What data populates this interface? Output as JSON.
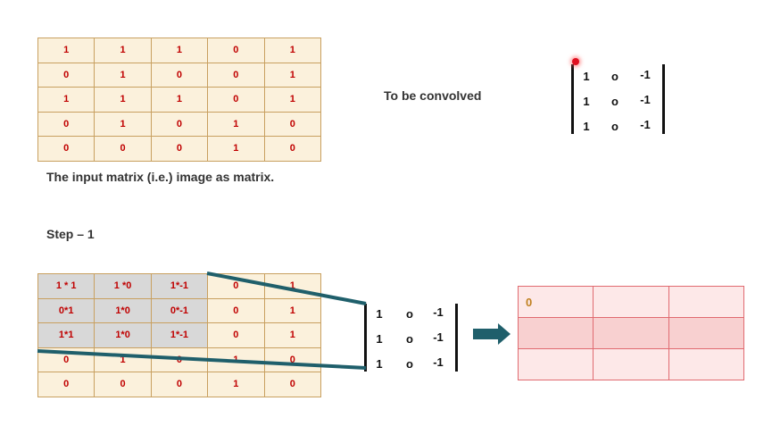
{
  "input_matrix": {
    "rows": [
      [
        "1",
        "1",
        "1",
        "0",
        "1"
      ],
      [
        "0",
        "1",
        "0",
        "0",
        "1"
      ],
      [
        "1",
        "1",
        "1",
        "0",
        "1"
      ],
      [
        "0",
        "1",
        "0",
        "1",
        "0"
      ],
      [
        "0",
        "0",
        "0",
        "1",
        "0"
      ]
    ],
    "caption": "The input matrix (i.e.) image as matrix."
  },
  "convolved_label": "To be convolved",
  "kernel": {
    "rows": [
      [
        "1",
        "o",
        "-1"
      ],
      [
        "1",
        "o",
        "-1"
      ],
      [
        "1",
        "o",
        "-1"
      ]
    ]
  },
  "step_label": "Step – 1",
  "step_matrix": {
    "rows": [
      [
        "1 * 1",
        "1 *0",
        "1*-1",
        "0",
        "1"
      ],
      [
        "0*1",
        "1*0",
        "0*-1",
        "0",
        "1"
      ],
      [
        "1*1",
        "1*0",
        "1*-1",
        "0",
        "1"
      ],
      [
        "0",
        "1",
        "0",
        "1",
        "0"
      ],
      [
        "0",
        "0",
        "0",
        "1",
        "0"
      ]
    ]
  },
  "output_matrix": {
    "rows": [
      [
        "0",
        "",
        ""
      ],
      [
        "",
        "",
        ""
      ],
      [
        "",
        "",
        ""
      ]
    ]
  },
  "colors": {
    "cell_text": "#c00000",
    "highlight": "#d8d8d8",
    "arrow": "#1f5f6b",
    "output_value": "#c08020"
  }
}
